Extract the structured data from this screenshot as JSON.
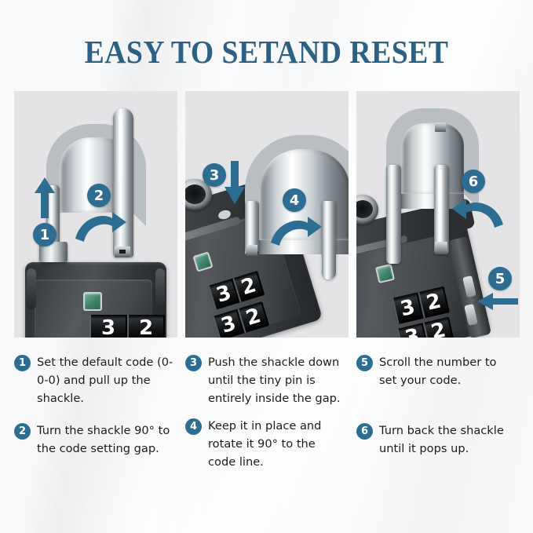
{
  "title": "EASY TO SETAND RESET",
  "colors": {
    "accent_blue": "#2e6d92",
    "title_blue": "#2d6184",
    "panel_bg": "#e4e4e6",
    "page_bg": "#f7f8f9",
    "button_green": "#3f8068",
    "body_dark": "#34383b",
    "chrome": "#cfd5d9"
  },
  "panels": [
    {
      "name": "panel-step-1-2",
      "badges": [
        "1",
        "2"
      ],
      "arrows": [
        "arrow-up",
        "arrow-curve-right"
      ],
      "dial_digits": [
        "3",
        "2"
      ],
      "indicator": "green-button"
    },
    {
      "name": "panel-step-3-4",
      "badges": [
        "3",
        "4"
      ],
      "arrows": [
        "arrow-down",
        "arrow-curve-right"
      ],
      "dial_digits": [
        "3",
        "2"
      ],
      "indicator": "green-button"
    },
    {
      "name": "panel-step-5-6",
      "badges": [
        "6",
        "5"
      ],
      "arrows": [
        "arrow-curve-left",
        "arrow-left"
      ],
      "dial_digits": [
        "3",
        "2"
      ],
      "indicator": "green-button"
    }
  ],
  "steps": [
    {
      "number": "1",
      "text": "Set the default code (0-0-0) and pull up the shackle."
    },
    {
      "number": "2",
      "text": "Turn the shackle 90° to the code setting gap."
    },
    {
      "number": "3",
      "text": "Push the shackle down until the tiny pin is entirely inside the gap."
    },
    {
      "number": "4",
      "text": "Keep it in place and rotate it 90° to the code line."
    },
    {
      "number": "5",
      "text": "Scroll the number to set your code."
    },
    {
      "number": "6",
      "text": "Turn back the shackle until it pops up."
    }
  ]
}
